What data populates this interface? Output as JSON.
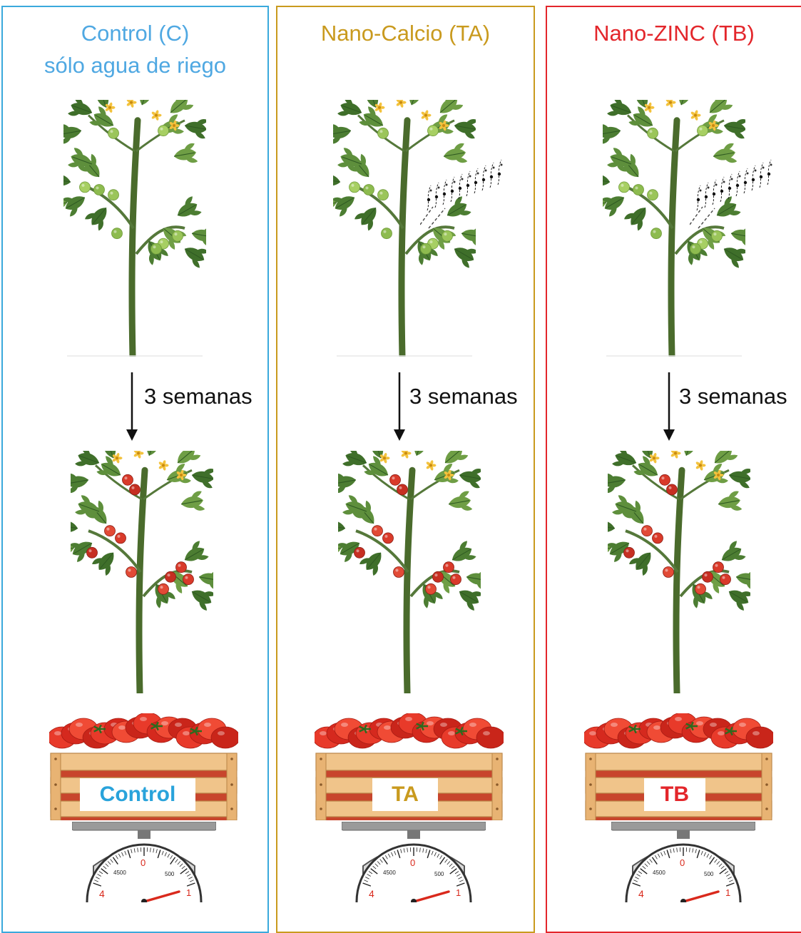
{
  "panels": [
    {
      "id": "control",
      "title_lines": [
        "Control (C)",
        "sólo agua de riego"
      ],
      "duration": "3 semanas",
      "crate_label": "Control",
      "color": "#3aa9dc",
      "label_color": "#29a3db",
      "treated": false
    },
    {
      "id": "ta",
      "title_lines": [
        "Nano-Calcio (TA)"
      ],
      "duration": "3 semanas",
      "crate_label": "TA",
      "color": "#c99a1e",
      "label_color": "#c99a1e",
      "treated": true
    },
    {
      "id": "tb",
      "title_lines": [
        "Nano-ZINC (TB)"
      ],
      "duration": "3 semanas",
      "crate_label": "TB",
      "color": "#e3262b",
      "label_color": "#e3262b",
      "treated": true
    }
  ],
  "scale_dial": {
    "tick_labels": [
      "4500",
      "0",
      "500",
      "4",
      "1"
    ]
  },
  "icons": [
    "tomato-plant-green-icon",
    "spray-mist-icon",
    "tomato-plant-red-icon",
    "tomato-crate-icon",
    "weighing-scale-icon",
    "down-arrow-icon"
  ]
}
